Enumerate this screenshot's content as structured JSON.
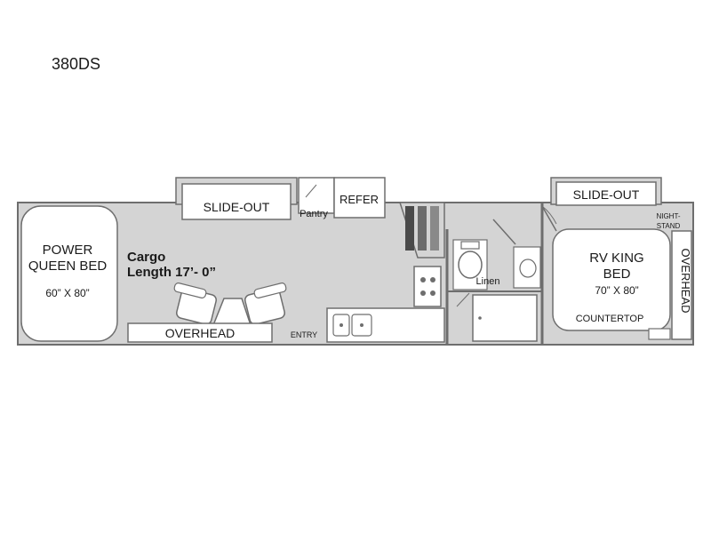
{
  "model": "380DS",
  "labels": {
    "bed_left_line1": "POWER",
    "bed_left_line2": "QUEEN BED",
    "bed_left_size": "60” X 80”",
    "cargo_line1": "Cargo",
    "cargo_line2": "Length 17’- 0”",
    "slide_out_left": "SLIDE-OUT",
    "pantry": "Pantry",
    "refer": "REFER",
    "overhead_left": "OVERHEAD",
    "entry": "ENTRY",
    "linen": "Linen",
    "slide_out_right": "SLIDE-OUT",
    "nightstand_line1": "NIGHT-",
    "nightstand_line2": "STAND",
    "bed_right_line1": "RV KING",
    "bed_right_line2": "BED",
    "bed_right_size": "70” X 80”",
    "overhead_right": "OVERHEAD",
    "countertop": "COUNTERTOP"
  },
  "colors": {
    "floor": "#d4d4d4",
    "wall": "#6e6e6e",
    "fixture": "#ffffff",
    "dark_fill": "#4a4a4a"
  }
}
